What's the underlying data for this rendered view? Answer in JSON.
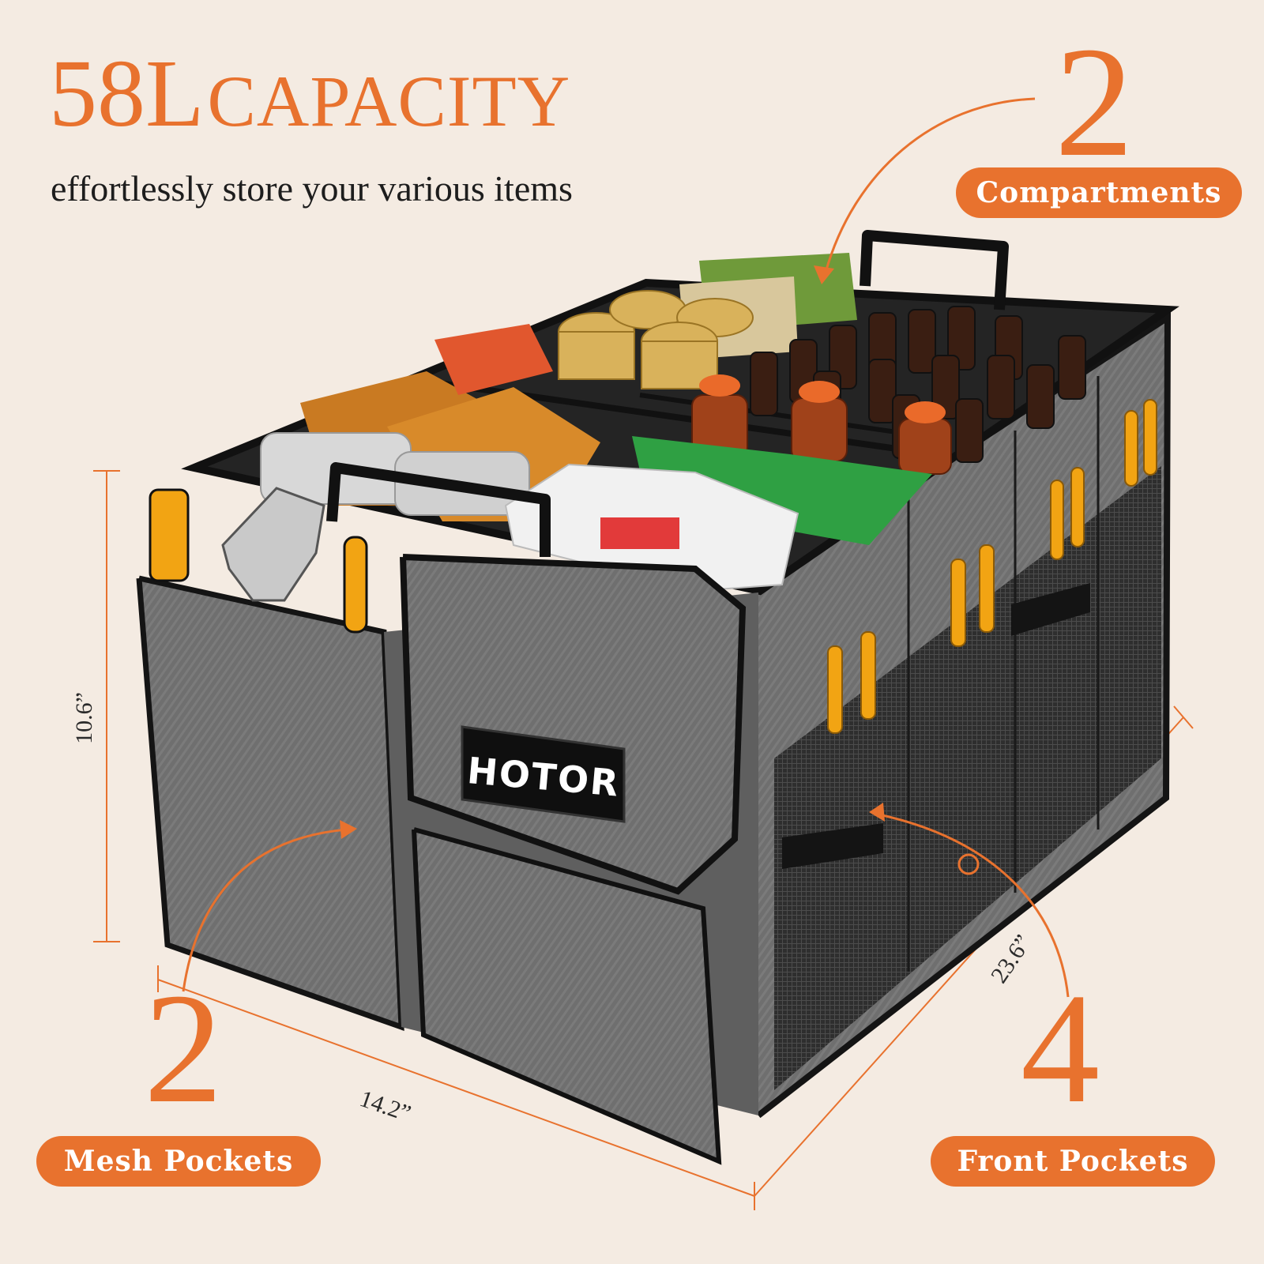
{
  "headline": {
    "volume": "58L",
    "word": "CAPACITY"
  },
  "subheadline": "effortlessly store your various items",
  "callouts": {
    "compartments": {
      "count": "2",
      "label": "Compartments"
    },
    "mesh_pockets": {
      "count": "2",
      "label": "Mesh Pockets"
    },
    "front_pockets": {
      "count": "4",
      "label": "Front Pockets"
    }
  },
  "dimensions": {
    "height": "10.6”",
    "width": "14.2”",
    "length": "23.6”"
  },
  "product": {
    "brand": "HOTOR"
  },
  "colors": {
    "accent": "#e8722e",
    "background": "#f4ebe2",
    "bag": "#6b6b6b",
    "trim": "#141414",
    "handle": "#f2a413"
  }
}
